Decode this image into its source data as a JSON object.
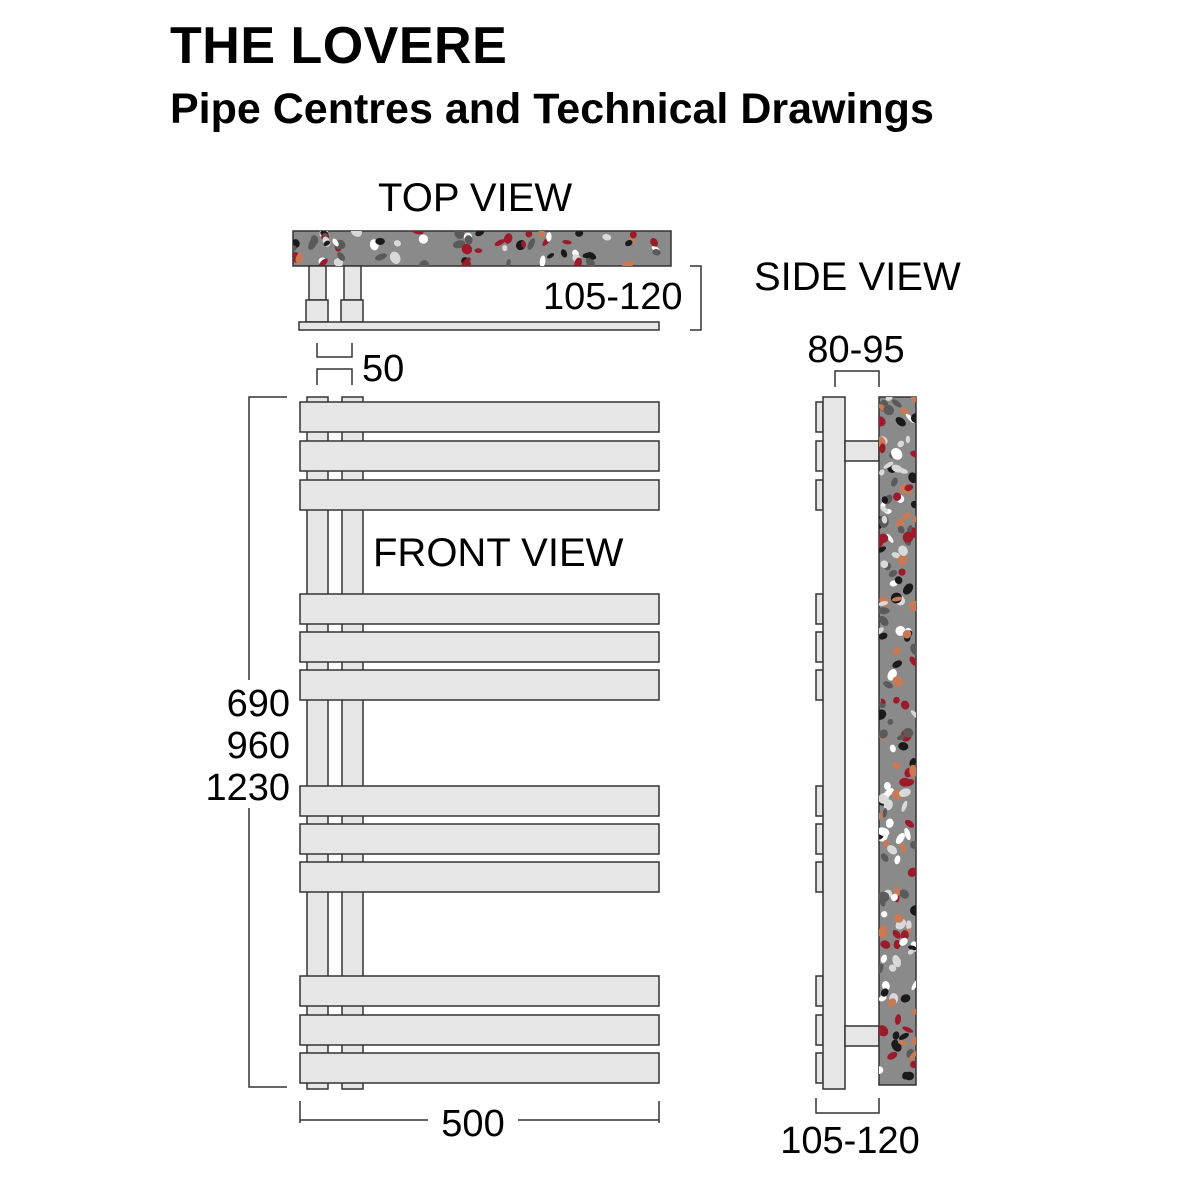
{
  "header": {
    "title": "THE LOVERE",
    "subtitle": "Pipe Centres and Technical Drawings"
  },
  "views": {
    "top": "TOP VIEW",
    "side": "SIDE VIEW",
    "front": "FRONT VIEW"
  },
  "dimensions": {
    "top_projection": "105-120",
    "pipe_spacing": "50",
    "side_wall_gap": "80-95",
    "side_projection": "105-120",
    "width": "500",
    "heights": [
      "690",
      "960",
      "1230"
    ]
  },
  "colors": {
    "bar_fill": "#e6e6e6",
    "stroke": "#333333",
    "wall_base": "#8a8a8a",
    "speckles": [
      "#1a1a1a",
      "#ffffff",
      "#9b1b2a",
      "#5a5a5a",
      "#c97a55",
      "#d9d9d9"
    ]
  }
}
